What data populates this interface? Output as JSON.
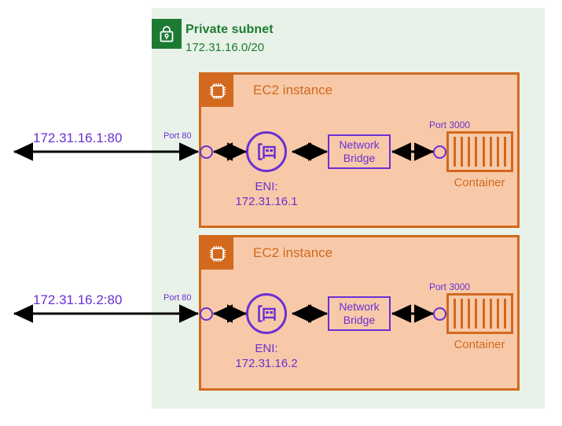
{
  "diagram": {
    "subnet": {
      "icon": "lock-icon",
      "title": "Private subnet",
      "cidr": "172.31.16.0/20",
      "color": "#1d7a33",
      "fill": "#e8f2e8"
    },
    "colors": {
      "green": "#1d7a33",
      "green_fill": "#e8f2e8",
      "orange": "#d2691e",
      "orange_fill": "#f7c9a8",
      "purple": "#6b2fd4",
      "arrow": "#000000"
    },
    "instances": [
      {
        "icon": "cpu-chip-icon",
        "label": "EC2 instance",
        "external_address": "172.31.16.1:80",
        "host_port_label": "Port 80",
        "eni_icon": "network-interface-icon",
        "eni_caption_line1": "ENI:",
        "eni_caption_line2": "172.31.16.1",
        "bridge_line1": "Network",
        "bridge_line2": "Bridge",
        "container_port_label": "Port 3000",
        "container_label": "Container",
        "container_bars": 8
      },
      {
        "icon": "cpu-chip-icon",
        "label": "EC2 instance",
        "external_address": "172.31.16.2:80",
        "host_port_label": "Port 80",
        "eni_icon": "network-interface-icon",
        "eni_caption_line1": "ENI:",
        "eni_caption_line2": "172.31.16.2",
        "bridge_line1": "Network",
        "bridge_line2": "Bridge",
        "container_port_label": "Port 3000",
        "container_label": "Container",
        "container_bars": 8
      }
    ]
  }
}
